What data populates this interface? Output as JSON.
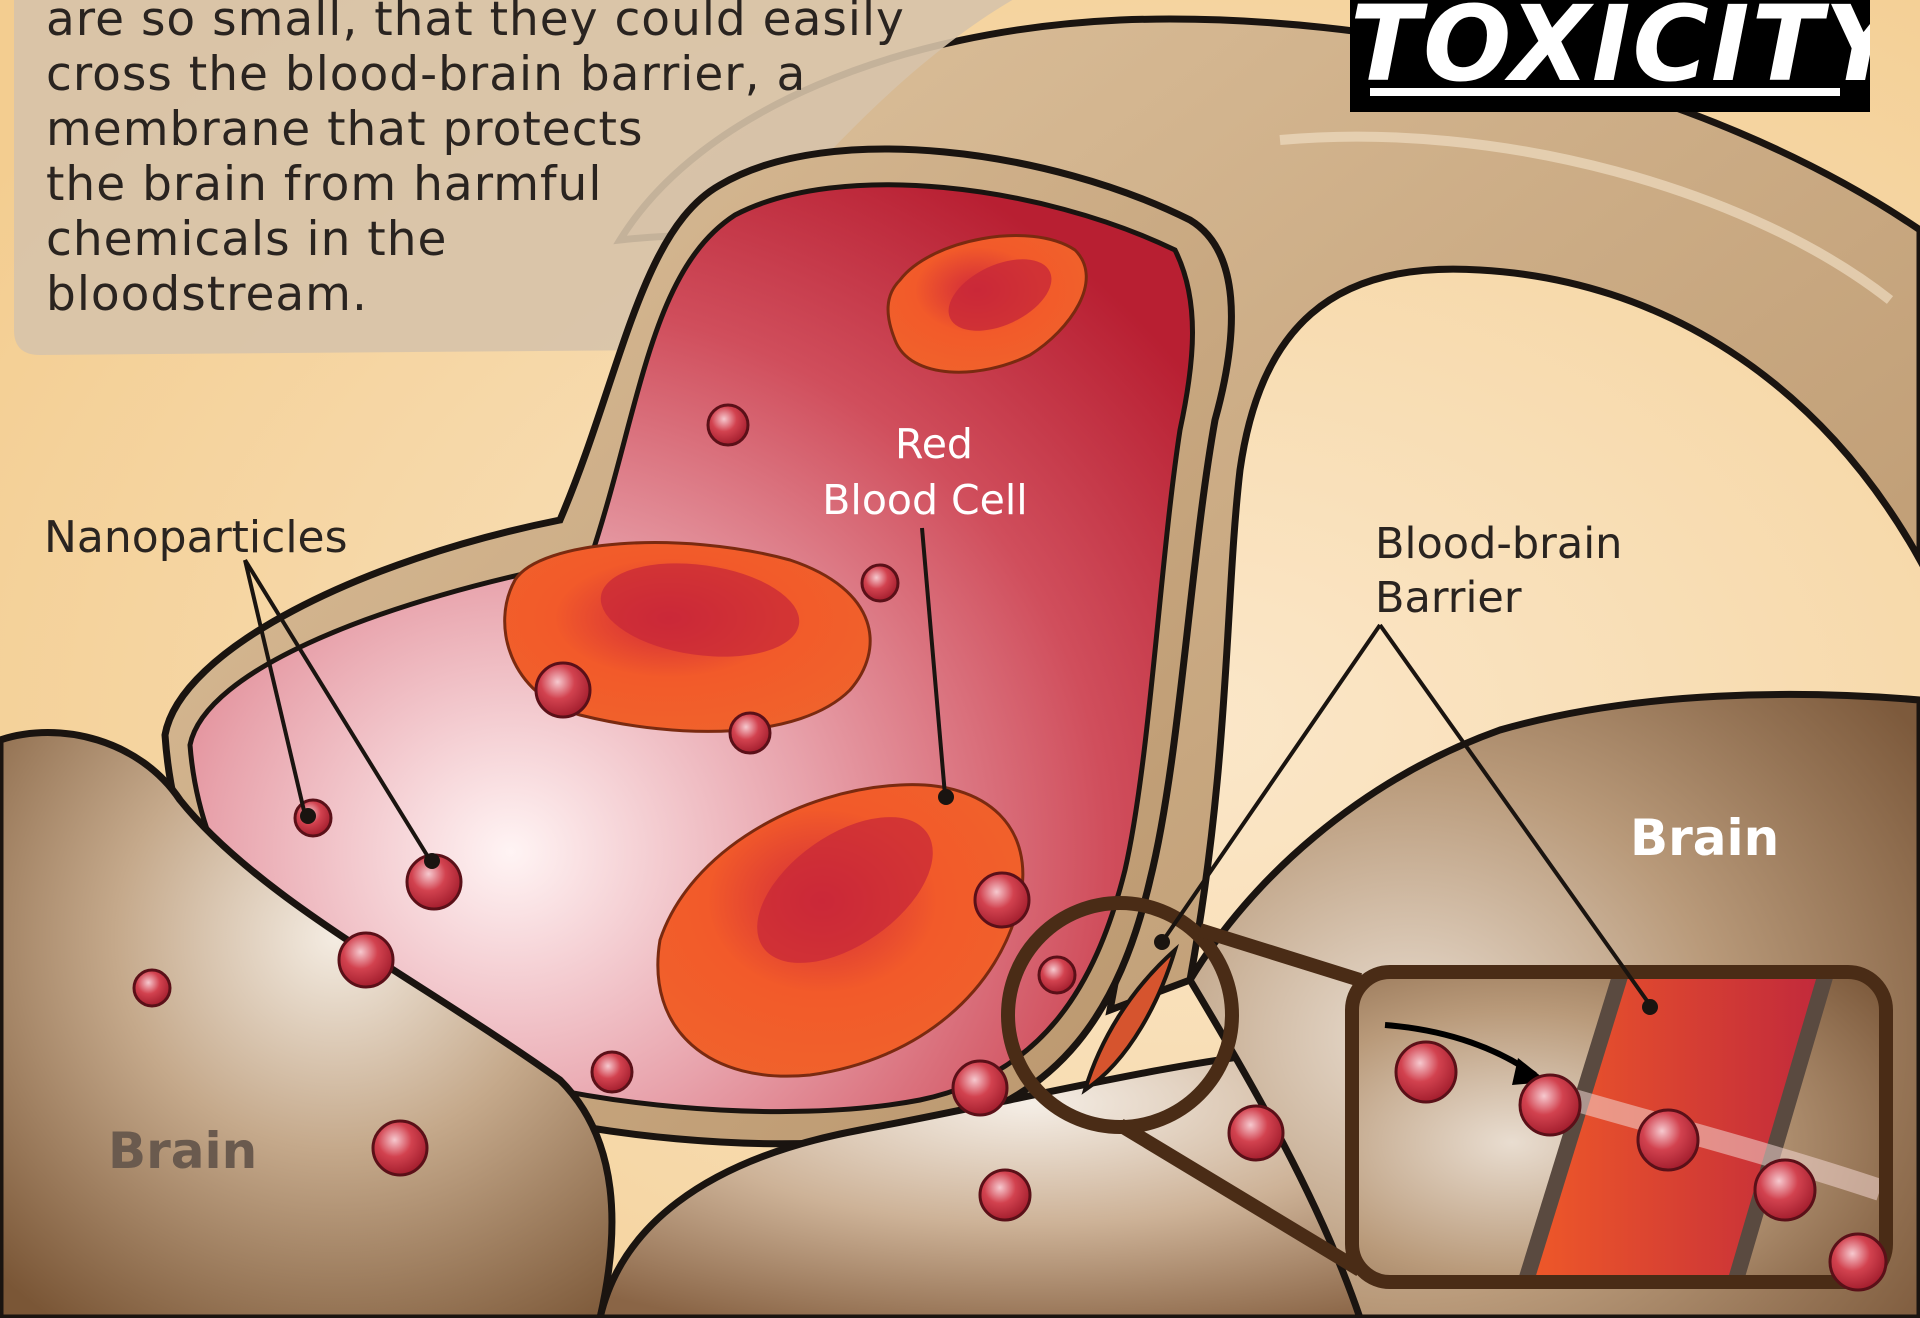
{
  "callout": {
    "lines": [
      "are so small, that they could easily",
      "cross the blood-brain barrier, a",
      "membrane that protects",
      "the brain from harmful",
      "chemicals in the",
      "bloodstream."
    ]
  },
  "badge": {
    "text": "TOXICITY"
  },
  "labels": {
    "nanoparticles": "Nanoparticles",
    "red_blood_cell_line1": "Red",
    "red_blood_cell_line2": "Blood Cell",
    "bbb_line1": "Blood-brain",
    "bbb_line2": "Barrier",
    "brain_left": "Brain",
    "brain_right": "Brain"
  },
  "colors": {
    "background": "#f7d9a8",
    "vessel_wall": "#c8a983",
    "blood": "#c0283c",
    "red_cell": "#f05a28",
    "nanoparticle": "#c92c3c",
    "brain": "#8a6546",
    "outline": "#1a1410"
  }
}
